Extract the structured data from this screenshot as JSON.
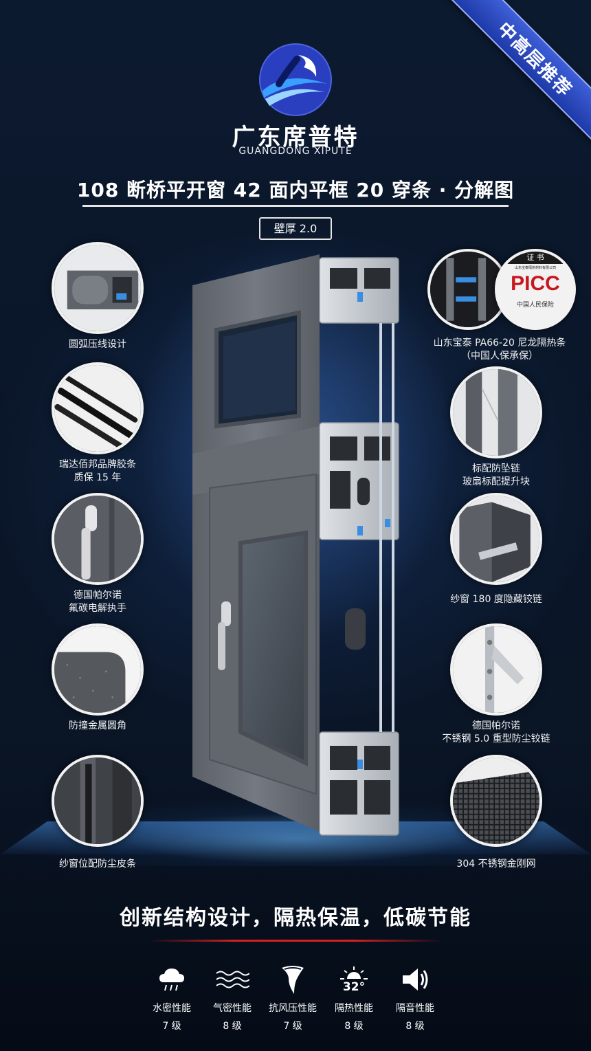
{
  "ribbon": "中高层推荐",
  "brand": {
    "cn": "广东席普特",
    "en": "GUANGDONG XIPUTE"
  },
  "title": "108 断桥平开窗 42 面内平框 20 穿条 · 分解图",
  "wall_thickness": "壁厚 2.0",
  "cert_badge": {
    "top": "证 书",
    "picc": "PICC",
    "company": "中国人民保险",
    "issuer": "山东宝泰隔热材料有限公司"
  },
  "features_left": [
    {
      "icon": "arc-profile",
      "lines": [
        "圆弧压线设计"
      ]
    },
    {
      "icon": "rubber-strip",
      "lines": [
        "瑞达佰邦品牌胶条",
        "质保 15 年"
      ]
    },
    {
      "icon": "handle",
      "lines": [
        "德国帕尔诺",
        "氟碳电解执手"
      ]
    },
    {
      "icon": "rounded-corner",
      "lines": [
        "防撞金属圆角"
      ]
    },
    {
      "icon": "dust-strip",
      "lines": [
        "纱窗位配防尘皮条"
      ]
    }
  ],
  "features_right": [
    {
      "icon": "insulation-strip",
      "lines": [
        "山东宝泰 PA66-20 尼龙隔热条",
        "（中国人保承保）"
      ]
    },
    {
      "icon": "anti-fall-chain",
      "lines": [
        "标配防坠链",
        "玻扇标配提升块"
      ]
    },
    {
      "icon": "hidden-hinge",
      "lines": [
        "纱窗 180 度隐藏铰链"
      ]
    },
    {
      "icon": "friction-stay",
      "lines": [
        "德国帕尔诺",
        "不锈钢 5.0 重型防尘铰链"
      ]
    },
    {
      "icon": "steel-mesh",
      "lines": [
        "304 不锈钢金刚网"
      ]
    }
  ],
  "slogan": "创新结构设计，隔热保温，低碳节能",
  "performance": [
    {
      "icon": "rain-cloud-icon",
      "label": "水密性能",
      "level": "7 级"
    },
    {
      "icon": "air-wave-icon",
      "label": "气密性能",
      "level": "8 级"
    },
    {
      "icon": "tornado-icon",
      "label": "抗风压性能",
      "level": "7 级"
    },
    {
      "icon": "sun-thermometer-icon",
      "label": "隔热性能",
      "level": "8 级",
      "badge": "32°"
    },
    {
      "icon": "speaker-icon",
      "label": "隔音性能",
      "level": "8 级"
    }
  ],
  "colors": {
    "accent_blue": "#2a4bd0",
    "slogan_line": "#d62020",
    "profile_grey": "#6a6e75"
  }
}
